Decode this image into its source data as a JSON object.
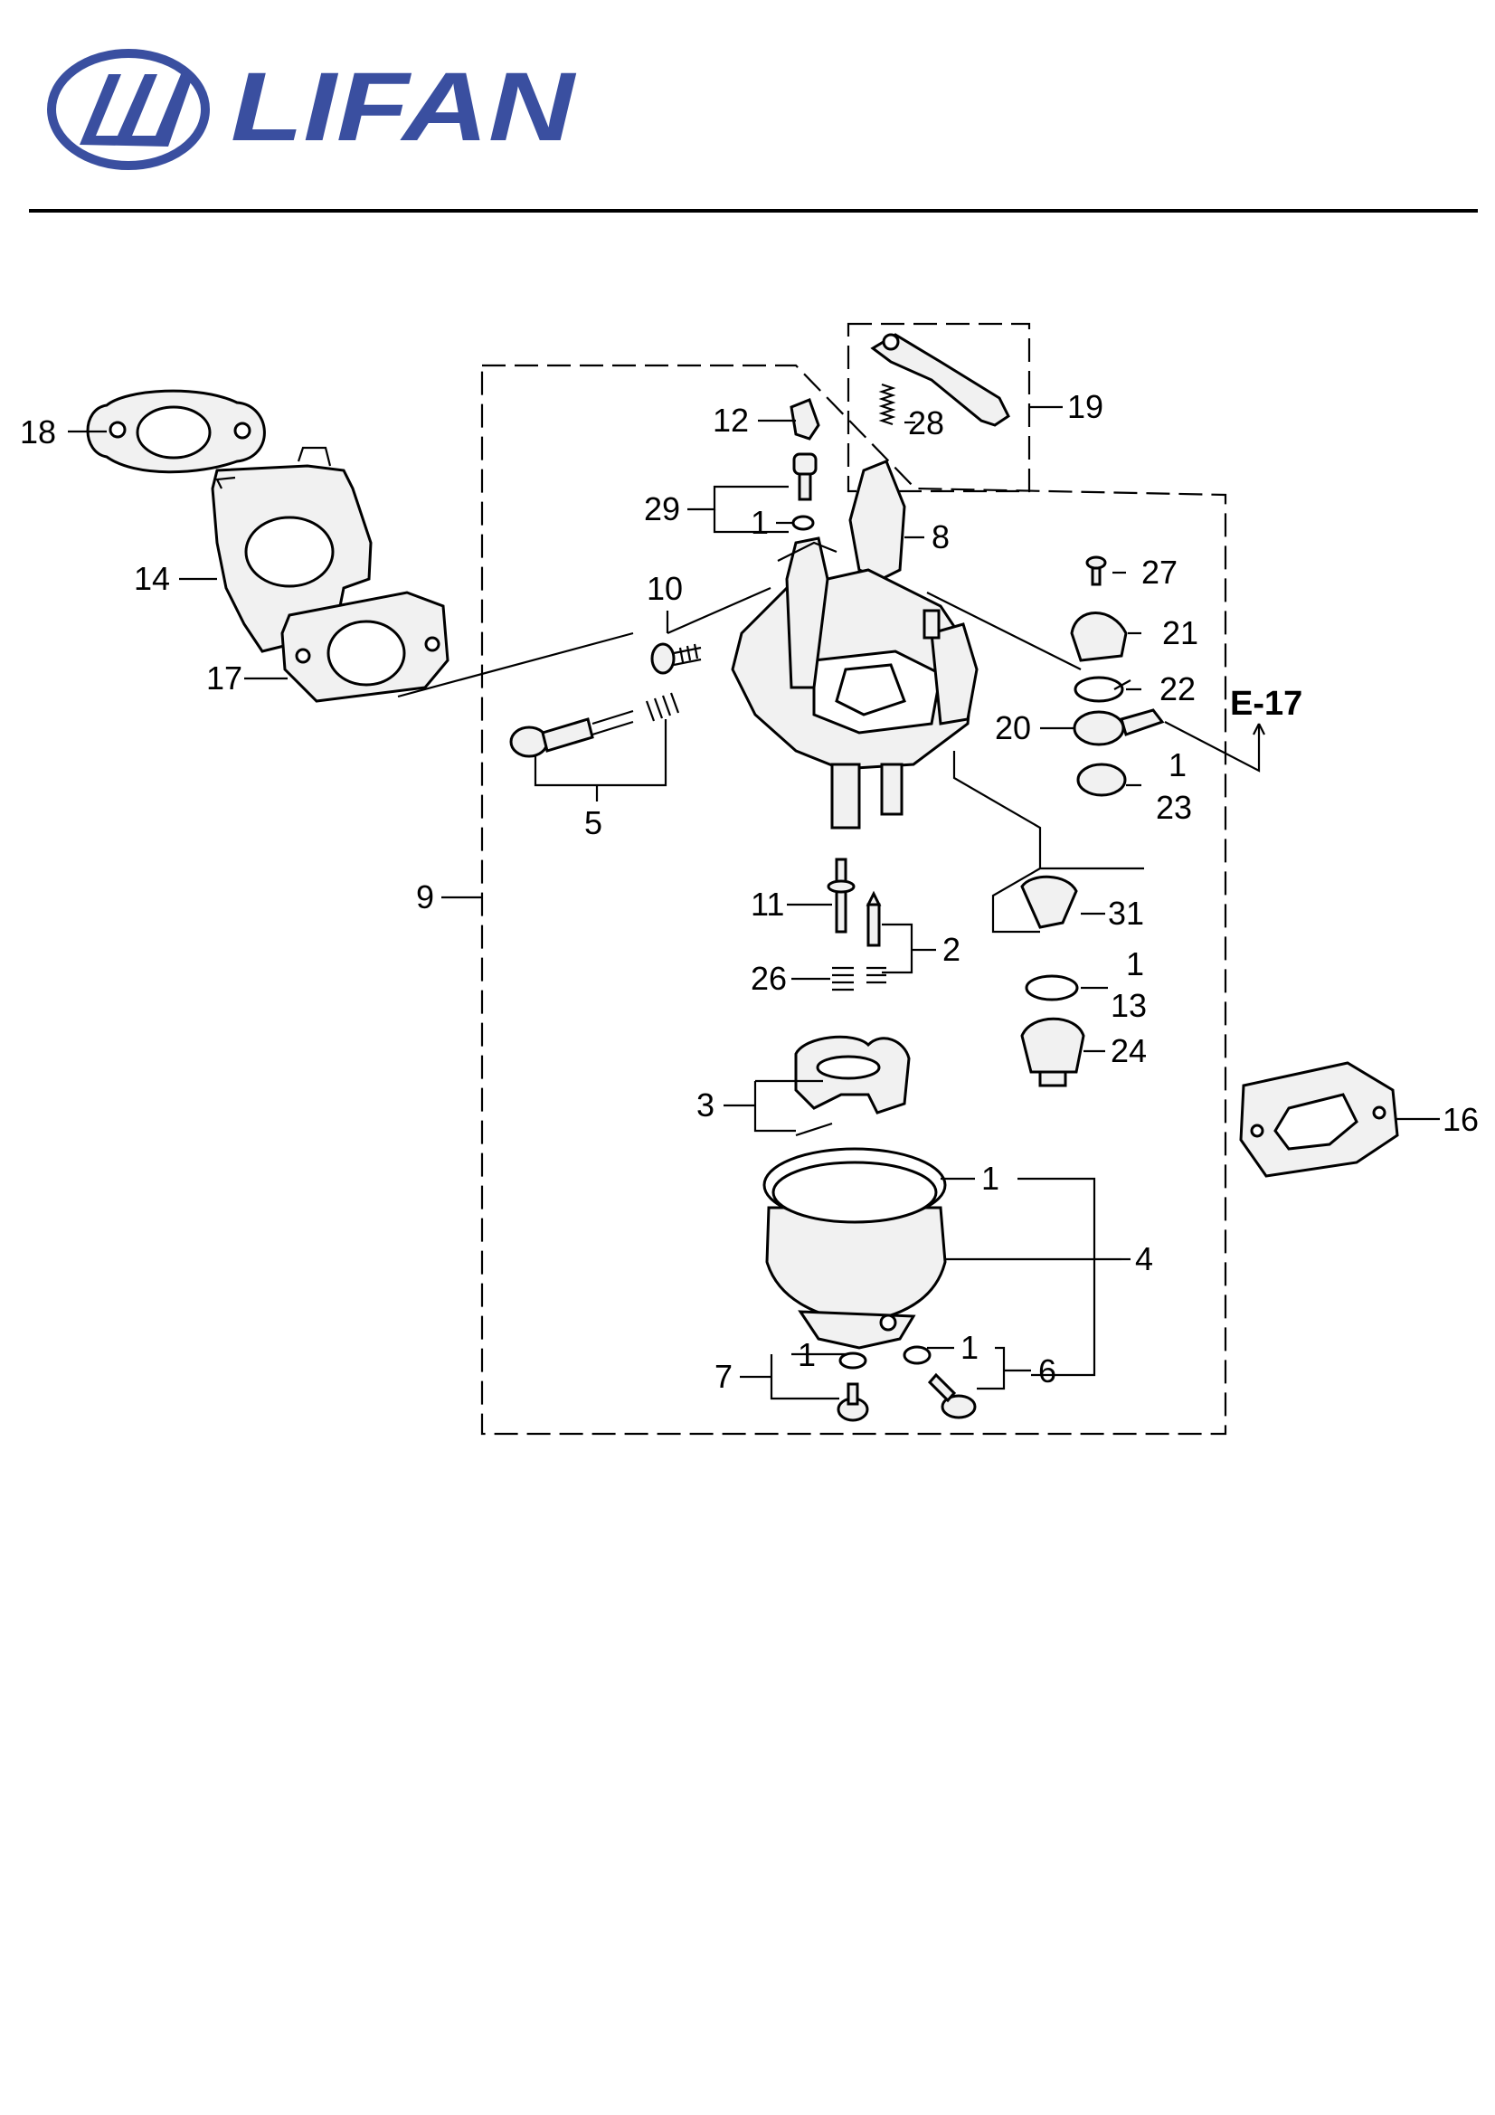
{
  "brand": {
    "name": "LIFAN",
    "color": "#3a4fa0"
  },
  "diagram": {
    "reference": "E-17",
    "callouts": [
      "1",
      "2",
      "3",
      "4",
      "5",
      "6",
      "7",
      "8",
      "9",
      "10",
      "11",
      "12",
      "13",
      "14",
      "16",
      "17",
      "18",
      "19",
      "20",
      "21",
      "22",
      "23",
      "24",
      "26",
      "27",
      "28",
      "29",
      "31"
    ]
  }
}
